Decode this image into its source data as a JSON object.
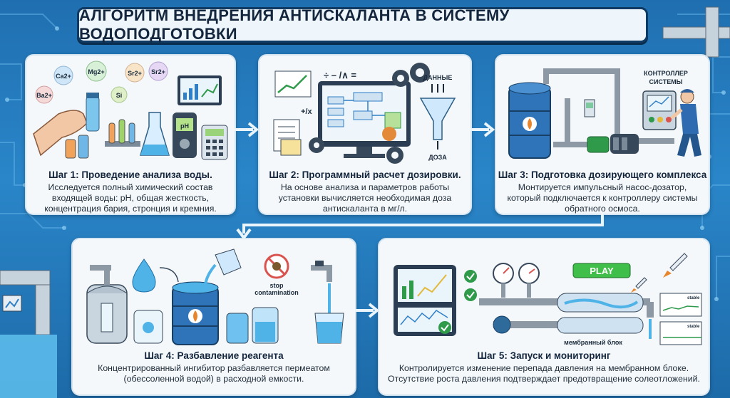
{
  "title": "АЛГОРИТМ ВНЕДРЕНИЯ АНТИСКАЛАНТА В СИСТЕМУ ВОДОПОДГОТОВКИ",
  "steps": [
    {
      "title": "Шаг 1: Проведение анализа воды.",
      "text": "Исследуется полный химический состав входящей воды: pH, общая жесткость, концентрация бария, стронция и кремния.",
      "ions": [
        "Ca2+",
        "Mg2+",
        "Sr2+",
        "Sr2+",
        "Ba2+",
        "Si"
      ],
      "ph_label": "pH"
    },
    {
      "title": "Шаг 2: Программный расчет дозировки.",
      "text": "На основе анализа и параметров работы установки вычисляется необходимая доза антискаланта в мг/л.",
      "funnel_top": "ДАННЫЕ",
      "funnel_bottom": "ДОЗА",
      "formula_top": "÷ – /∧ =",
      "formula_side": "+/x"
    },
    {
      "title": "Шаг 3: Подготовка дозирующего комплекса",
      "text": "Монтируется импульсный насос-дозатор, который подключается к контроллеру системы обратного осмоса.",
      "controller_label_1": "КОНТРОЛЛЕР",
      "controller_label_2": "СИСТЕМЫ"
    },
    {
      "title": "Шаг 4: Разбавление реагента",
      "text": "Концентрированный ингибитор разбавляется пермеатом (обессоленной водой) в расходной емкости.",
      "stop_label_1": "stop",
      "stop_label_2": "contamination"
    },
    {
      "title": "Шаг 5: Запуск и мониторинг",
      "text": "Контролируется изменение перепада давления на мембранном блоке. Отсутствие роста давления подтверждает предотвращение солеотложений.",
      "play_label": "PLAY",
      "membrane_label": "мембранный блок",
      "chart_label": "stable"
    }
  ],
  "colors": {
    "background": "#2a86c9",
    "title_border": "#0e3a63",
    "accent_blue": "#2f7fc8",
    "accent_green": "#2f9a4a",
    "water": "#4fb3e8"
  }
}
